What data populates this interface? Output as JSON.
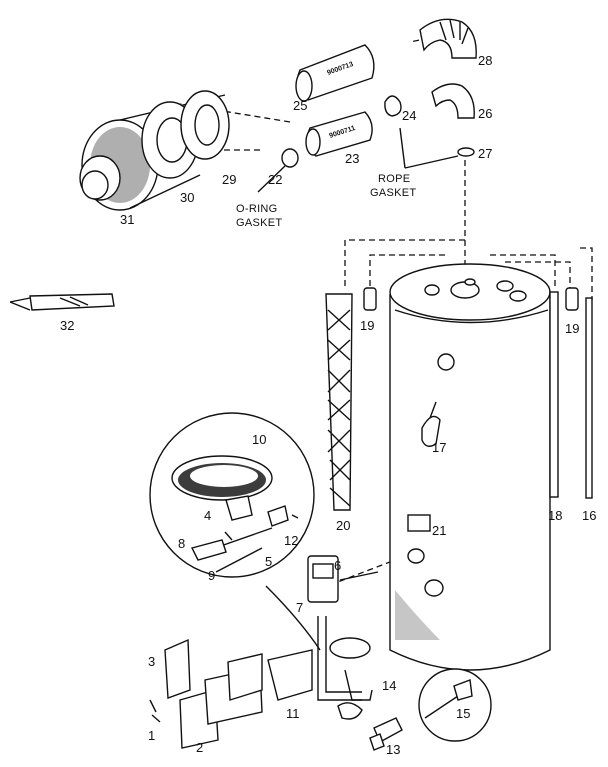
{
  "parts": {
    "p1": "1",
    "p2": "2",
    "p3": "3",
    "p4": "4",
    "p5": "5",
    "p6": "6",
    "p7": "7",
    "p8": "8",
    "p9": "9",
    "p10": "10",
    "p11": "11",
    "p12": "12",
    "p13": "13",
    "p14": "14",
    "p15": "15",
    "p16": "16",
    "p17": "17",
    "p18": "18",
    "p19a": "19",
    "p19b": "19",
    "p20": "20",
    "p21": "21",
    "p22": "22",
    "p23": "23",
    "p24": "24",
    "p25": "25",
    "p26": "26",
    "p27": "27",
    "p28": "28",
    "p29": "29",
    "p30": "30",
    "p31": "31",
    "p32": "32"
  },
  "captions": {
    "oring_line1": "O-RING",
    "oring_line2": "GASKET",
    "rope_line1": "ROPE",
    "rope_line2": "GASKET"
  },
  "stamps": {
    "part25": "9000713",
    "part23": "9000711"
  }
}
